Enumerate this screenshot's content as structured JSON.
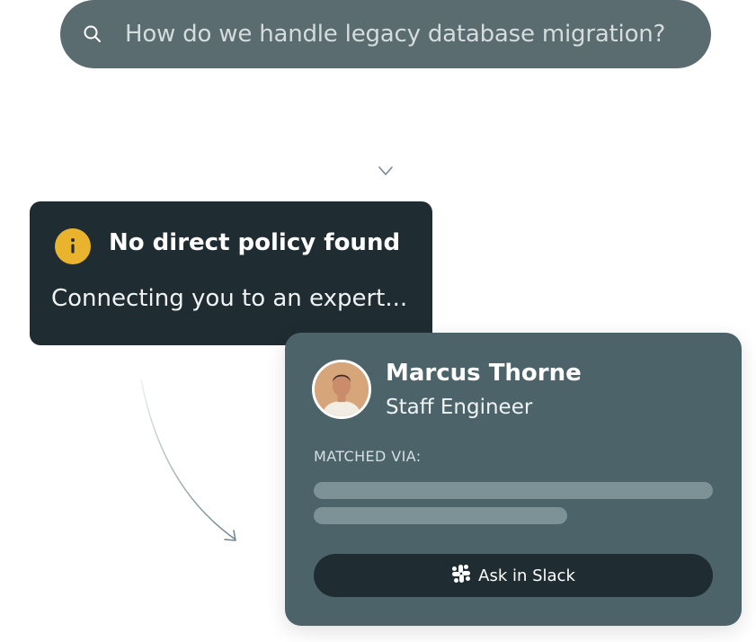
{
  "search": {
    "query": "How do we handle legacy database migration?",
    "icon": "search-icon"
  },
  "alert": {
    "icon": "info-icon",
    "title": "No direct policy found",
    "message": "Connecting you to an expert..."
  },
  "expert": {
    "name": "Marcus Thorne",
    "role": "Staff Engineer",
    "matched_label": "MATCHED VIA:",
    "action": {
      "label": "Ask in Slack",
      "icon": "slack-icon"
    }
  },
  "colors": {
    "search_bg": "#5a6c70",
    "alert_bg": "#1f2d33",
    "info_accent": "#eab32e",
    "card_bg": "#4b6369",
    "button_bg": "#1f2d33",
    "skeleton": "#7d9297",
    "connector": "#8a9ea3"
  }
}
